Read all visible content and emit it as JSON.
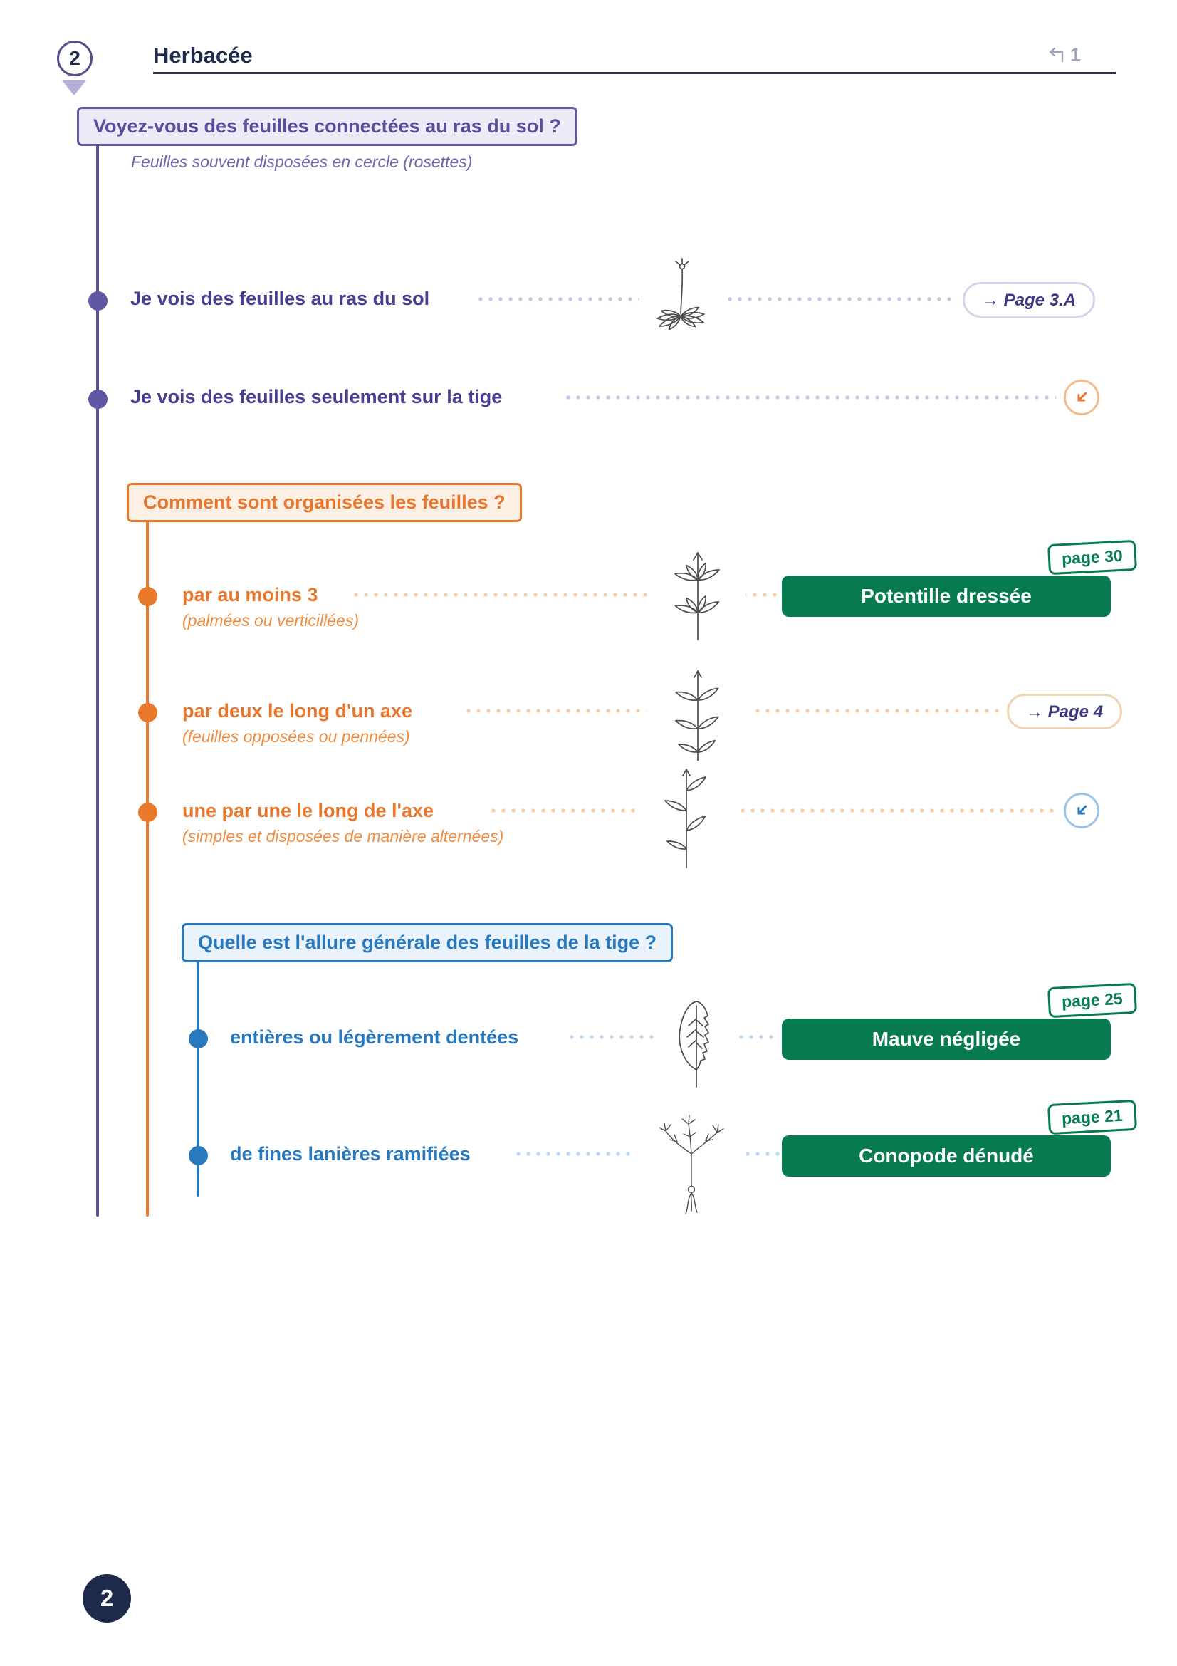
{
  "header": {
    "section_number": "2",
    "title": "Herbacée",
    "back_ref": "1"
  },
  "footer": {
    "page_number": "2"
  },
  "colors": {
    "purple": "#6158a3",
    "orange": "#e8762c",
    "blue": "#2878be",
    "green": "#077a4f",
    "navy": "#1e2a4a"
  },
  "q1": {
    "question": "Voyez-vous des feuilles connectées au ras du sol ?",
    "hint": "Feuilles souvent disposées en cercle (rosettes)",
    "options": [
      {
        "label": "Je vois des feuilles au ras du sol",
        "link": "→ Page 3.A",
        "illustration": "rosette-plant"
      },
      {
        "label": "Je vois des feuilles seulement sur la tige",
        "icon": "arrow-down-left-icon"
      }
    ]
  },
  "q2": {
    "question": "Comment sont organisées les feuilles ?",
    "options": [
      {
        "label": "par au moins 3",
        "detail": "(palmées ou verticillées)",
        "species": "Potentille dressée",
        "page_tag": "page 30",
        "illustration": "whorled-leaves-plant"
      },
      {
        "label": "par deux le long d'un axe",
        "detail": "(feuilles opposées ou pennées)",
        "link": "→ Page 4",
        "illustration": "opposite-leaves-plant"
      },
      {
        "label": "une par une le long de l'axe",
        "detail": "(simples et disposées de manière alternées)",
        "icon": "arrow-down-left-icon",
        "illustration": "alternate-leaves-plant"
      }
    ]
  },
  "q3": {
    "question": "Quelle est l'allure générale des feuilles de la tige ?",
    "options": [
      {
        "label": "entières ou légèrement dentées",
        "species": "Mauve négligée",
        "page_tag": "page 25",
        "illustration": "toothed-leaf"
      },
      {
        "label": "de fines lanières ramifiées",
        "species": "Conopode dénudé",
        "page_tag": "page 21",
        "illustration": "finely-divided-plant"
      }
    ]
  }
}
